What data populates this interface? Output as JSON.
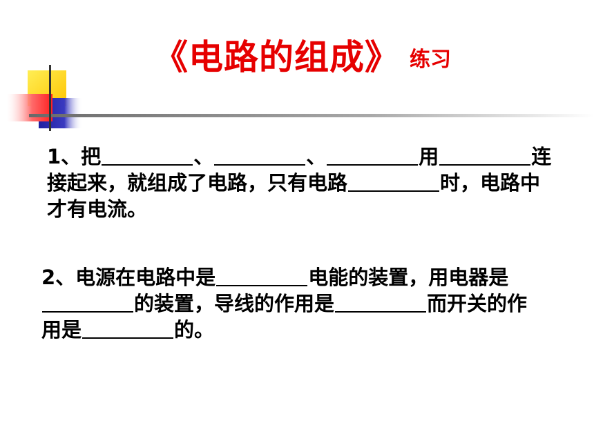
{
  "title": {
    "main": "《电路的组成》",
    "sub": "练习"
  },
  "colors": {
    "title": "#e60000",
    "text": "#000000",
    "deco_yellow": "#ffe100",
    "deco_blue": "#2424a8",
    "deco_red": "#ff2a2a",
    "deco_line": "#8a8a8a"
  },
  "question1": {
    "segments": [
      "1、把",
      "、",
      "、",
      "用",
      "连接起来，就组成了电路，只有电路",
      "时，电路中才有电流。"
    ]
  },
  "question2": {
    "segments": [
      "2、电源在电路中是",
      "电能的装置，用电器是",
      "的装置，导线的作用是",
      "而开关的作用是",
      "的。"
    ]
  }
}
